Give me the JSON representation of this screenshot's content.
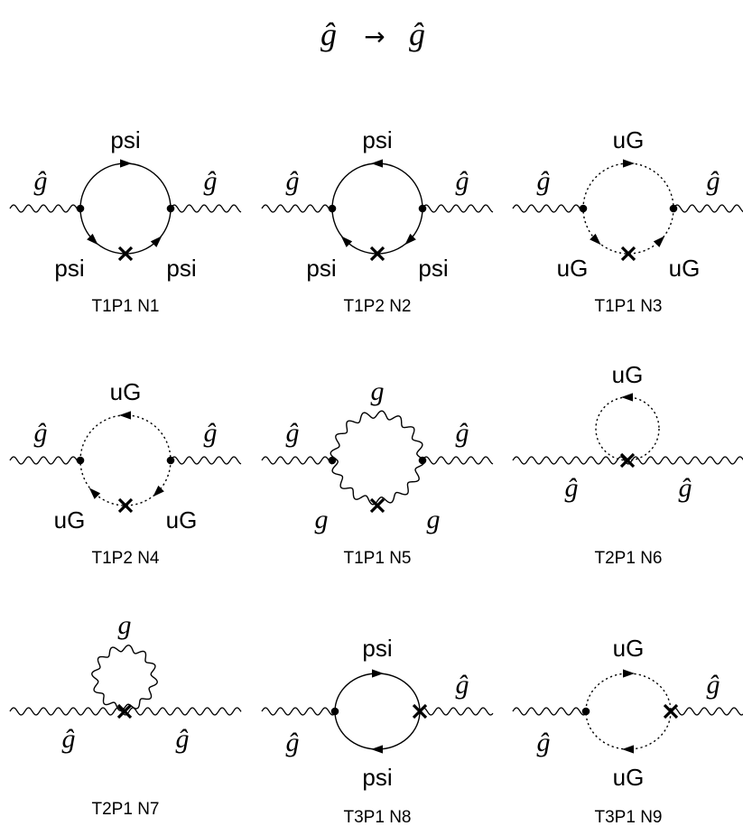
{
  "title": {
    "in": "ĝ",
    "arrow": "→",
    "out": "ĝ"
  },
  "diagrams": [
    {
      "caption": "T1P1 N1",
      "type": "loop",
      "line": "solid",
      "dirs": [
        "right",
        "down",
        "up"
      ],
      "labels": [
        "psi",
        "psi",
        "psi"
      ],
      "ext": [
        "ĝ",
        "ĝ"
      ]
    },
    {
      "caption": "T1P2 N2",
      "type": "loop",
      "line": "solid",
      "dirs": [
        "left",
        "up",
        "down"
      ],
      "labels": [
        "psi",
        "psi",
        "psi"
      ],
      "ext": [
        "ĝ",
        "ĝ"
      ]
    },
    {
      "caption": "T1P1 N3",
      "type": "loop",
      "line": "dotted",
      "dirs": [
        "right",
        "down",
        "up"
      ],
      "labels": [
        "uG",
        "uG",
        "uG"
      ],
      "ext": [
        "ĝ",
        "ĝ"
      ]
    },
    {
      "caption": "T1P2 N4",
      "type": "loop",
      "line": "dotted",
      "dirs": [
        "left",
        "up",
        "down"
      ],
      "labels": [
        "uG",
        "uG",
        "uG"
      ],
      "ext": [
        "ĝ",
        "ĝ"
      ]
    },
    {
      "caption": "T1P1 N5",
      "type": "loop",
      "line": "wavy",
      "dirs": [],
      "labels": [
        "g",
        "g",
        "g"
      ],
      "ext": [
        "ĝ",
        "ĝ"
      ]
    },
    {
      "caption": "T2P1 N6",
      "type": "tadpole",
      "line": "dotted",
      "dirs": [
        "left"
      ],
      "labels": [
        "uG"
      ],
      "ext": [
        "ĝ",
        "ĝ"
      ]
    },
    {
      "caption": "T2P1 N7",
      "type": "tadpole",
      "line": "wavy",
      "dirs": [],
      "labels": [
        "g"
      ],
      "ext": [
        "ĝ",
        "ĝ"
      ]
    },
    {
      "caption": "T3P1 N8",
      "type": "bubble",
      "line": "solid",
      "dirs": [
        "left",
        "right"
      ],
      "labels": [
        "psi",
        "psi"
      ],
      "ext": [
        "ĝ",
        "ĝ"
      ]
    },
    {
      "caption": "T3P1 N9",
      "type": "bubble",
      "line": "dotted",
      "dirs": [
        "left",
        "right"
      ],
      "labels": [
        "uG",
        "uG"
      ],
      "ext": [
        "ĝ",
        "ĝ"
      ]
    }
  ]
}
